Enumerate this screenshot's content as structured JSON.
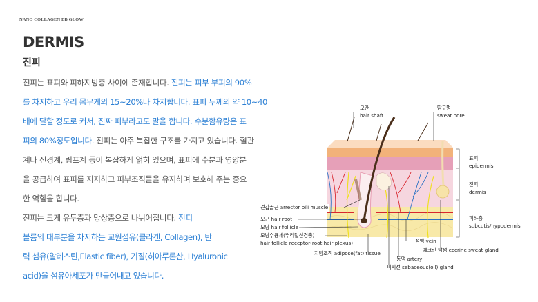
{
  "header": {
    "brand": "NANO COLLAGEN BB GLOW",
    "title": "DERMIS",
    "subtitle": "진피"
  },
  "body_lines": [
    [
      {
        "t": "진피는 표피와 피하지방층 사이에 존재합니다. ",
        "c": "gray"
      },
      {
        "t": "진피는 피부 부피의 90%",
        "c": "blue"
      }
    ],
    [
      {
        "t": "를 차지하고 우리 몸무게의 15~20%나 차지합니다. 표피 두께의 약 10~40",
        "c": "blue"
      }
    ],
    [
      {
        "t": "배에 달할 정도로 커서, 진짜 피부라고도 말을 합니다. 수분함유량은 표",
        "c": "blue"
      }
    ],
    [
      {
        "t": "피의 80%정도입니다. ",
        "c": "blue"
      },
      {
        "t": "진피는 아주 복잡한 구조를 가지고 있습니다. 혈관",
        "c": "gray"
      }
    ],
    [
      {
        "t": "계나 신경계, 림프계 등이 복잡하게 얽혀 있으며, 표피에 수분과 영양분",
        "c": "gray"
      }
    ],
    [
      {
        "t": "을 공급하여 표피를 지지하고 피부조직들을 유지하며 보호해 주는 중요",
        "c": "gray"
      }
    ],
    [
      {
        "t": "한 역할을 합니다.",
        "c": "gray"
      }
    ],
    [
      {
        "t": "진피는 크게 유두층과 망상층으로 나뉘어집니다. ",
        "c": "gray"
      },
      {
        "t": "진피",
        "c": "blue"
      }
    ],
    [
      {
        "t": "볼륨의 대부분을 차지하는 교원섬유(콜라겐, Collagen), 탄",
        "c": "blue"
      }
    ],
    [
      {
        "t": "력 섬유(알레스틴,Elastic fiber), 기질(히아루론산, Hyaluronic",
        "c": "blue"
      }
    ],
    [
      {
        "t": "acid)을 섬유아세포가 만들어내고 있습니다.",
        "c": "blue"
      }
    ]
  ],
  "diagram": {
    "hair_shaft": [
      "모간",
      "hair shaft"
    ],
    "sweat_pore": [
      "땀구멍",
      "sweat pore"
    ],
    "epidermis": [
      "표피",
      "epidermis"
    ],
    "dermis": [
      "진피",
      "dermis"
    ],
    "hypodermis": [
      "피하층",
      "subcutis/hypodermis"
    ],
    "arrector": [
      "견갑골근",
      "arrector pili muscle"
    ],
    "hair_root": "모근 hair root",
    "hair_follicle": "모낭 hair follicle",
    "receptor": [
      "모낭수용체(뿌리털신경총)",
      "hair follicle receptor(root hair plexus)"
    ],
    "adipose": "지방조직 adipose(fat) tissue",
    "vein": "정맥 vein",
    "eccrine": "에크린 땀샘 eccrine sweat gland",
    "artery": "동맥 artery",
    "sebaceous": "피지선 sebaceous(oil) gland"
  },
  "colors": {
    "blue_text": "#2b7fd4",
    "gray_text": "#555555"
  }
}
